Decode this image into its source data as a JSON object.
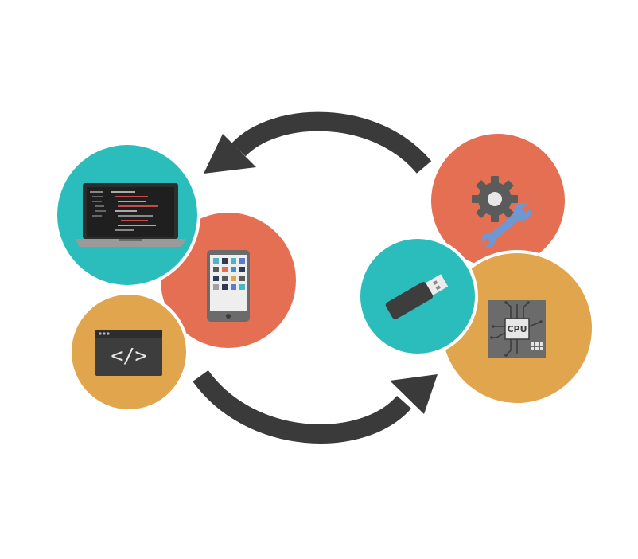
{
  "labels": {
    "code_symbol": "</>",
    "cpu_label": "CPU"
  },
  "colors": {
    "background": "#ffffff",
    "teal": "#2bbcbc",
    "coral": "#e46f52",
    "amber": "#e0a54d",
    "arrow": "#3a3a3a",
    "device_dark": "#2d2d2d",
    "device_gray": "#6b6b6b",
    "gear_gray": "#5b5b5b",
    "wrench_blue": "#6f98d2"
  },
  "icons": [
    "laptop-icon",
    "tablet-icon",
    "code-window-icon",
    "gear-wrench-icon",
    "usb-drive-icon",
    "cpu-chip-icon",
    "cycle-arrow-top",
    "cycle-arrow-bottom"
  ]
}
